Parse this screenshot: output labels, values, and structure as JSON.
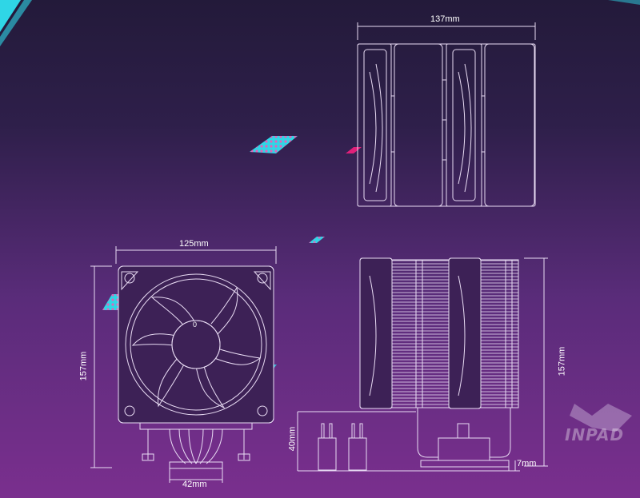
{
  "dimensions": {
    "top_width": "137mm",
    "front_width": "125mm",
    "front_height": "157mm",
    "side_height": "157mm",
    "base_width": "42mm",
    "ram_clearance": "40mm",
    "offset": "7mm"
  },
  "fan_hub_label": "0",
  "watermark": "INPAD",
  "colors": {
    "line": "#e9dcf4",
    "accent_cyan": "#2fd6e6",
    "accent_pink": "#e0207a"
  }
}
